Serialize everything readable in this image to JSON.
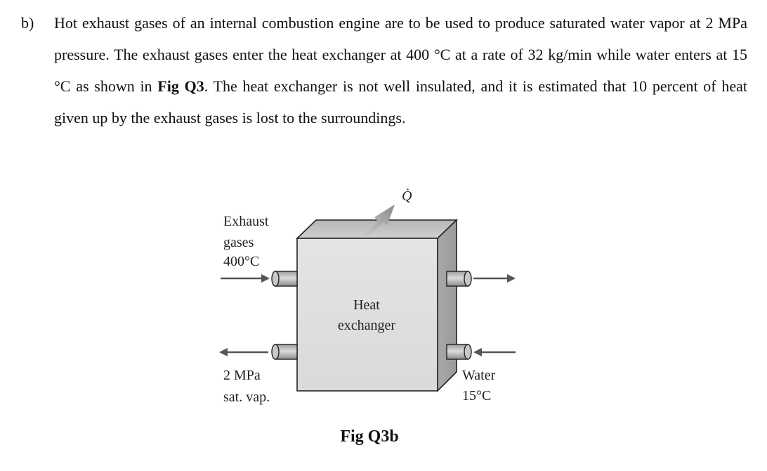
{
  "question": {
    "label": "b)",
    "text_1": "Hot exhaust gases of an internal combustion engine are to be used to produce saturated water vapor at 2 MPa pressure. The exhaust gases enter the heat exchanger at 400 °C at a rate of 32 kg/min while water enters at 15 °C as shown in ",
    "fig_ref": "Fig Q3",
    "text_2": ". The heat exchanger is not well insulated, and it is estimated that 10 percent of heat given up by the exhaust gases is lost to the surroundings."
  },
  "figure": {
    "heat_symbol": "Q̇",
    "exhaust_line1": "Exhaust",
    "exhaust_line2": "gases",
    "exhaust_temp": "400°C",
    "device_line1": "Heat",
    "device_line2": "exchanger",
    "steam_pressure": "2 MPa",
    "steam_state": "sat. vap.",
    "water_label": "Water",
    "water_temp": "15°C",
    "caption": "Fig Q3b"
  }
}
